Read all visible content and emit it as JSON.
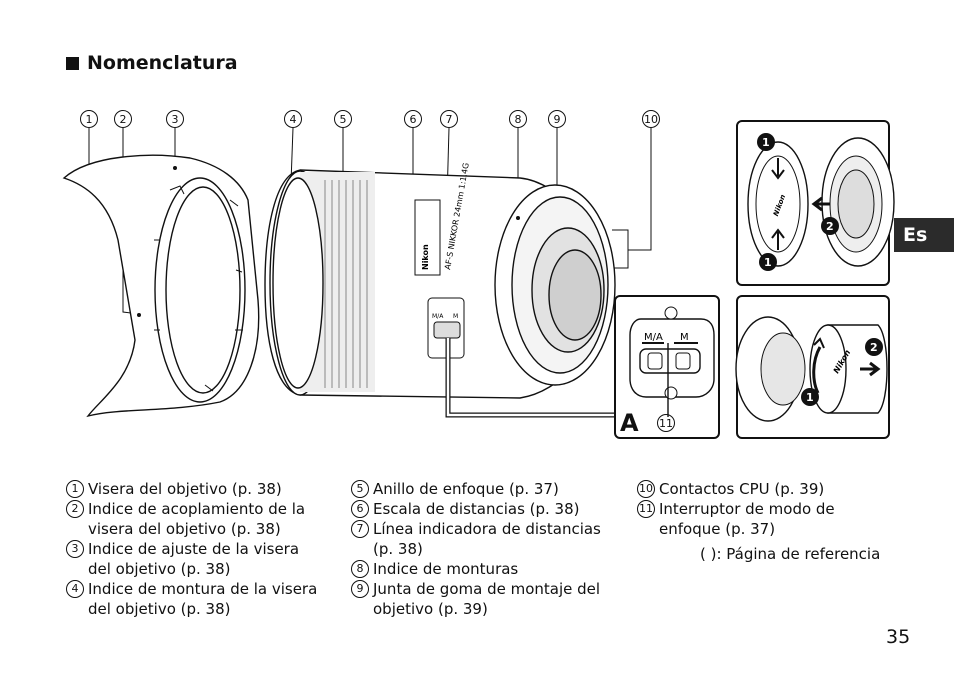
{
  "heading": "Nomenclatura",
  "side_tab": "Es",
  "callout_numbers": [
    "1",
    "2",
    "3",
    "4",
    "5",
    "6",
    "7",
    "8",
    "9",
    "10",
    "11"
  ],
  "inset_letter": "A",
  "inset_switch": {
    "label_ma": "M/A",
    "label_m": "M"
  },
  "lens_text": {
    "brand": "Nikon",
    "model": "AF-S NIKKOR 24mm 1:1.4G"
  },
  "cap_brand": "Nikon",
  "step_labels": [
    "1",
    "2",
    "1"
  ],
  "step_labels_b": [
    "2",
    "1"
  ],
  "legend_col1": [
    {
      "n": "1",
      "text": "Visera del objetivo (p. 38)"
    },
    {
      "n": "2",
      "text": "Indice de acoplamiento de la visera del objetivo (p. 38)"
    },
    {
      "n": "3",
      "text": "Indice de ajuste de la visera del objetivo (p. 38)"
    },
    {
      "n": "4",
      "text": "Indice de montura de la visera del objetivo (p. 38)"
    }
  ],
  "legend_col2": [
    {
      "n": "5",
      "text": "Anillo de enfoque (p. 37)"
    },
    {
      "n": "6",
      "text": "Escala de distancias (p. 38)"
    },
    {
      "n": "7",
      "text": "Línea indicadora de distancias (p. 38)"
    },
    {
      "n": "8",
      "text": "Indice de monturas"
    },
    {
      "n": "9",
      "text": "Junta de goma de montaje del objetivo (p. 39)"
    }
  ],
  "legend_col3": [
    {
      "n": "10",
      "text": "Contactos CPU (p. 39)"
    },
    {
      "n": "11",
      "text": "Interruptor de modo de enfoque (p. 37)"
    }
  ],
  "reference_note": "(   ): Página de referencia",
  "page_number": "35"
}
